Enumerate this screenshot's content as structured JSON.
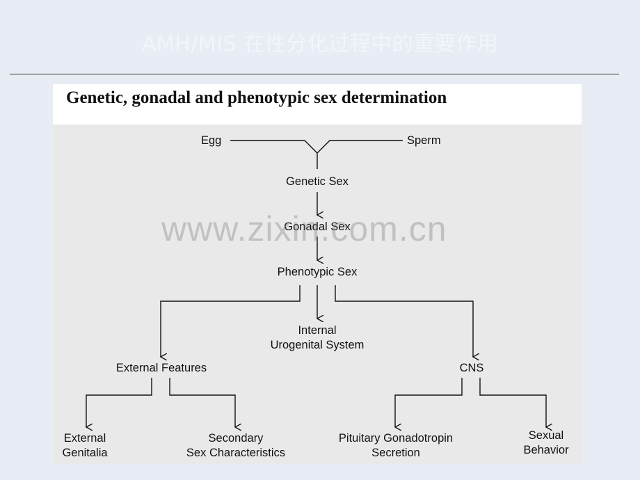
{
  "slide": {
    "title": "AMH/MIS 在性分化过程中的重要作用"
  },
  "figure": {
    "title": "Genetic, gonadal and phenotypic sex determination",
    "nodes": {
      "egg": "Egg",
      "sperm": "Sperm",
      "genetic_sex": "Genetic Sex",
      "gonadal_sex": "Gonadal Sex",
      "phenotypic_sex": "Phenotypic Sex",
      "internal_line1": "Internal",
      "internal_line2": "Urogenital System",
      "external_features": "External Features",
      "cns": "CNS",
      "ext_genitalia_line1": "External",
      "ext_genitalia_line2": "Genitalia",
      "secondary_line1": "Secondary",
      "secondary_line2": "Sex Characteristics",
      "pituitary_line1": "Pituitary Gonadotropin",
      "pituitary_line2": "Secretion",
      "sexual_line1": "Sexual",
      "sexual_line2": "Behavior"
    }
  },
  "watermark": "www.zixin.com.cn"
}
